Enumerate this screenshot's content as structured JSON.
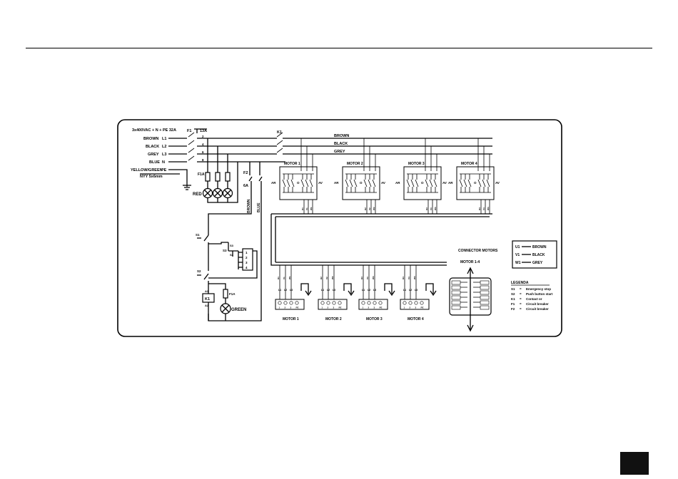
{
  "supply": {
    "rating": "3x400VAC + N + PE 32A",
    "lines": [
      {
        "color": "BROWN",
        "label": "L1"
      },
      {
        "color": "BLACK",
        "label": "L2"
      },
      {
        "color": "GREY",
        "label": "L3"
      },
      {
        "color": "BLUE",
        "label": "N"
      },
      {
        "color": "YELLOW/GREEN",
        "label": "PE"
      }
    ],
    "cable": "NYY 5x6mm"
  },
  "fuse_main": {
    "ref": "F1",
    "rating": "13A"
  },
  "fuse_lamp": {
    "ref": "F1A"
  },
  "fuse_ctrl": {
    "ref": "F2",
    "rating": "6A"
  },
  "lamp_red": "RED",
  "lamp_green": "GREEN",
  "contactor": "K1",
  "ctrl_wires": {
    "brown": "BROWN",
    "blue": "BLUE"
  },
  "bus_labels": [
    "BROWN",
    "BLACK",
    "GREY"
  ],
  "switches": {
    "s1": "S1",
    "s2": "S2",
    "s3": "S3",
    "s4": "S4"
  },
  "terminals": [
    "1",
    "2",
    "3",
    "4"
  ],
  "motor_blocks": [
    {
      "name": "MOTOR 1"
    },
    {
      "name": "MOTOR 2"
    },
    {
      "name": "MOTOR 3"
    },
    {
      "name": "MOTOR 4"
    }
  ],
  "motor_connectors": [
    {
      "name": "MOTOR 1"
    },
    {
      "name": "MOTOR 2"
    },
    {
      "name": "MOTOR 3"
    },
    {
      "name": "MOTOR 4"
    }
  ],
  "block_labels": {
    "ar": "AR",
    "av": "AV",
    "o": "O"
  },
  "plug_pins": [
    "1",
    "2",
    "3",
    "PE"
  ],
  "connector": {
    "title": "CONNECTOR MOTORS",
    "subtitle": "MOTOR 1-4"
  },
  "wire_key": [
    {
      "code": "U1",
      "color": "BROWN"
    },
    {
      "code": "V1",
      "color": "BLACK"
    },
    {
      "code": "W1",
      "color": "GREY"
    }
  ],
  "legend": {
    "title": "LEGENDA",
    "items": [
      {
        "code": "S1",
        "desc": "Emergency stop"
      },
      {
        "code": "S2",
        "desc": "Push button start"
      },
      {
        "code": "K1",
        "desc": "Contact or"
      },
      {
        "code": "F1",
        "desc": "Circuit breaker"
      },
      {
        "code": "F2",
        "desc": "Circuit breaker"
      }
    ]
  }
}
